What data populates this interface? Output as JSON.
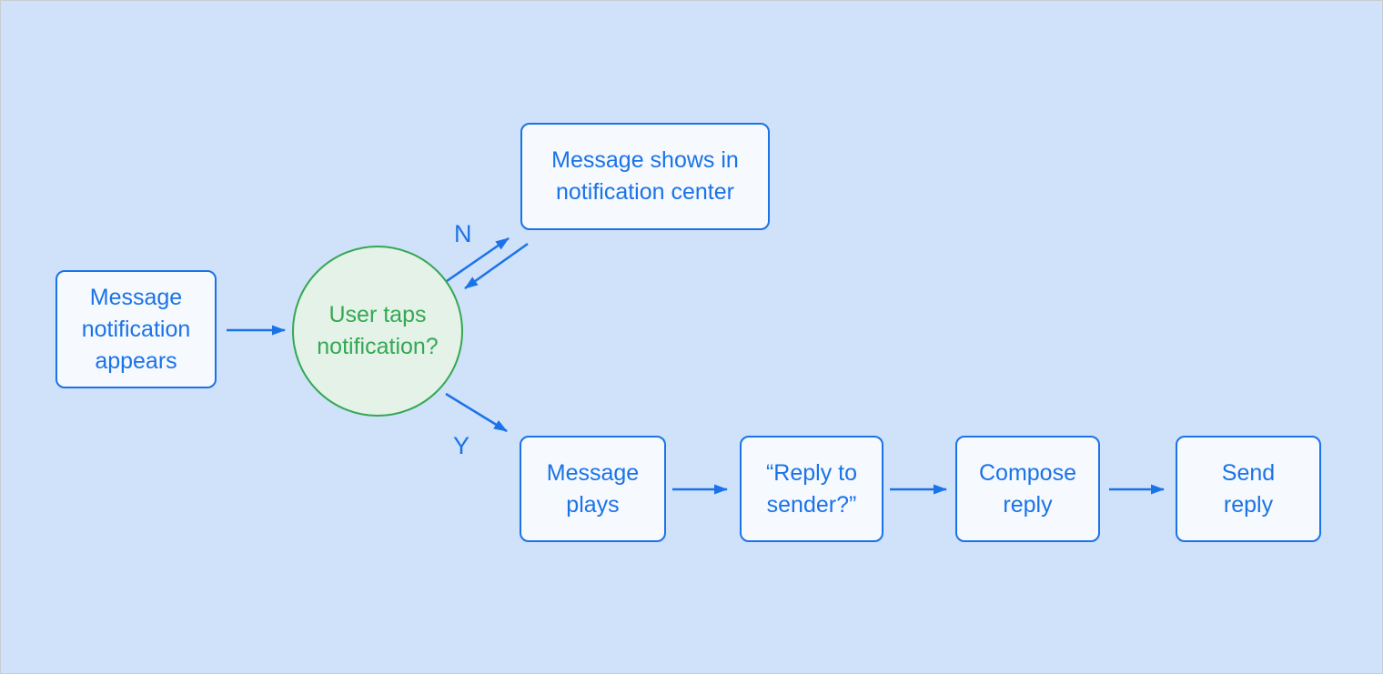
{
  "diagram": {
    "type": "flowchart",
    "nodes": {
      "start": {
        "shape": "rectangle",
        "label": "Message\nnotification\nappears"
      },
      "decision": {
        "shape": "circle",
        "label": "User taps\nnotification?"
      },
      "notification_center": {
        "shape": "rectangle",
        "label": "Message shows in\nnotification center"
      },
      "message_plays": {
        "shape": "rectangle",
        "label": "Message\nplays"
      },
      "reply_to_sender": {
        "shape": "rectangle",
        "label": "“Reply to\nsender?”"
      },
      "compose_reply": {
        "shape": "rectangle",
        "label": "Compose\nreply"
      },
      "send_reply": {
        "shape": "rectangle",
        "label": "Send\nreply"
      }
    },
    "edge_labels": {
      "no": "N",
      "yes": "Y"
    },
    "edges": [
      {
        "from": "start",
        "to": "decision"
      },
      {
        "from": "decision",
        "to": "notification_center",
        "label": "N"
      },
      {
        "from": "notification_center",
        "to": "decision"
      },
      {
        "from": "decision",
        "to": "message_plays",
        "label": "Y"
      },
      {
        "from": "message_plays",
        "to": "reply_to_sender"
      },
      {
        "from": "reply_to_sender",
        "to": "compose_reply"
      },
      {
        "from": "compose_reply",
        "to": "send_reply"
      }
    ]
  },
  "colors": {
    "background": "#d0e1fa",
    "frame": "#c9cdd2",
    "node_fill": "#f6f9fd",
    "accent_blue": "#1a73e8",
    "decision_fill": "#e4f2e8",
    "accent_green": "#34a853"
  }
}
